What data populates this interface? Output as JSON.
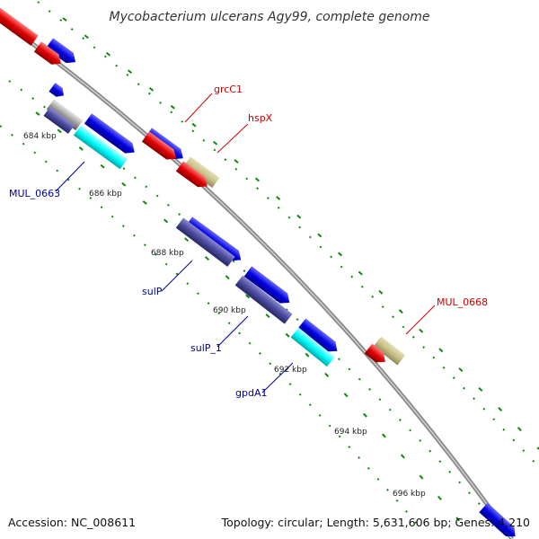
{
  "title": "Mycobacterium ulcerans Agy99, complete genome",
  "footer": {
    "accession": "Accession: NC_008611",
    "summary": "Topology: circular; Length: 5,631,606 bp; Genes: 4,210"
  },
  "ticks": [
    {
      "label": "684 kbp"
    },
    {
      "label": "686 kbp"
    },
    {
      "label": "688 kbp"
    },
    {
      "label": "690 kbp"
    },
    {
      "label": "692 kbp"
    },
    {
      "label": "694 kbp"
    },
    {
      "label": "696 kbp"
    }
  ],
  "gene_labels": [
    {
      "name": "grcC1",
      "color": "#cc0000"
    },
    {
      "name": "hspX",
      "color": "#cc0000"
    },
    {
      "name": "MUL_0668",
      "color": "#cc0000"
    },
    {
      "name": "MUL_0663",
      "color": "#000099"
    },
    {
      "name": "sulP",
      "color": "#000099"
    },
    {
      "name": "sulP_1",
      "color": "#000099"
    },
    {
      "name": "gpdA1",
      "color": "#000099"
    }
  ],
  "colors": {
    "backbone": "#8c8c8c",
    "cds_forward": "#0000e0",
    "cds_reverse": "#e00000",
    "pseudo": "#c8c089",
    "other": "#00ffff",
    "trna": "#4b4b9f",
    "tick": "#0a8a0a"
  }
}
